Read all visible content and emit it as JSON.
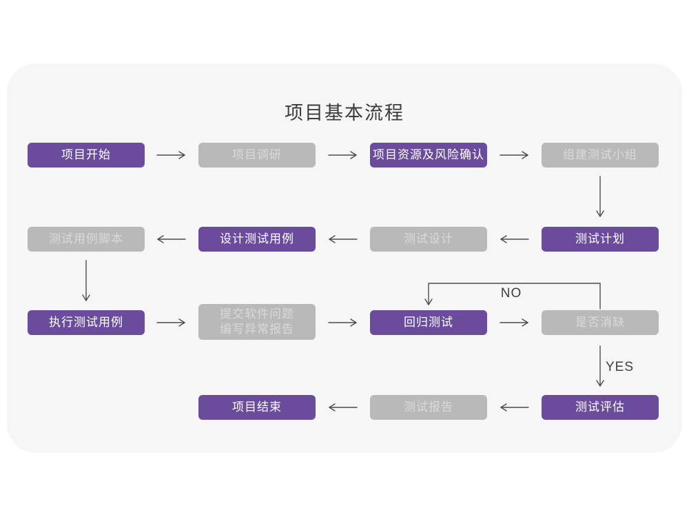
{
  "title": "项目基本流程",
  "labels": {
    "no": "NO",
    "yes": "YES"
  },
  "colors": {
    "node_purple": "#6a4b9c",
    "node_gray": "#b9b9b9",
    "node_text_on_purple": "#ffffff",
    "node_text_on_gray": "#dadada",
    "card_background": "#f6f6f7",
    "arrow": "#4a4a4a",
    "title_text": "#3a3a3a"
  },
  "nodes": [
    {
      "id": "project-start",
      "label": "项目开始",
      "type": "purple"
    },
    {
      "id": "project-research",
      "label": "项目调研",
      "type": "gray"
    },
    {
      "id": "resources-risk",
      "label": "项目资源及风险确认",
      "type": "purple"
    },
    {
      "id": "build-test-team",
      "label": "组建测试小组",
      "type": "gray"
    },
    {
      "id": "test-plan",
      "label": "测试计划",
      "type": "purple"
    },
    {
      "id": "test-design",
      "label": "测试设计",
      "type": "gray"
    },
    {
      "id": "design-test-cases",
      "label": "设计测试用例",
      "type": "purple"
    },
    {
      "id": "test-case-script",
      "label": "测试用例脚本",
      "type": "gray"
    },
    {
      "id": "execute-test-cases",
      "label": "执行测试用例",
      "type": "purple"
    },
    {
      "id": "submit-issue-report",
      "label": "提交软件问题\n编写异常报告",
      "type": "gray"
    },
    {
      "id": "regression-test",
      "label": "回归测试",
      "type": "purple"
    },
    {
      "id": "defect-cleared",
      "label": "是否消缺",
      "type": "gray"
    },
    {
      "id": "test-evaluation",
      "label": "测试评估",
      "type": "purple"
    },
    {
      "id": "test-report",
      "label": "测试报告",
      "type": "gray"
    },
    {
      "id": "project-end",
      "label": "项目结束",
      "type": "purple"
    }
  ]
}
